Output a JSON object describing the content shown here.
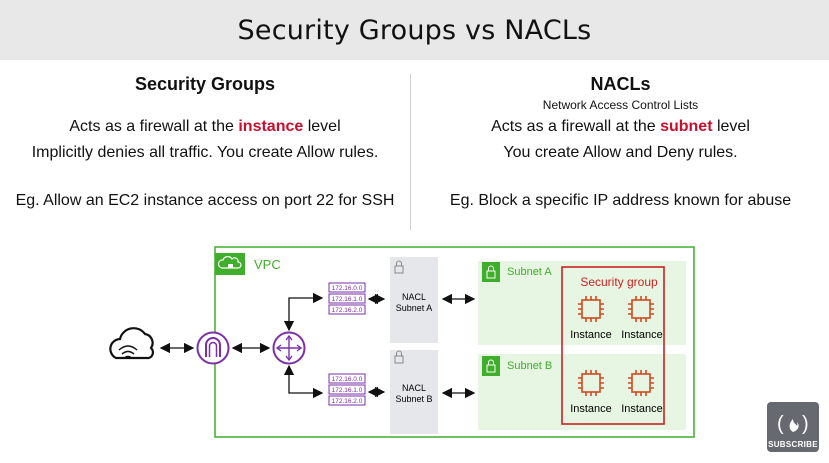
{
  "title": "Security Groups vs NACLs",
  "security_groups": {
    "heading": "Security Groups",
    "line1_pre": "Acts as a firewall at the ",
    "line1_hl": "instance",
    "line1_post": " level",
    "line2": "Implicitly denies all traffic. You create Allow rules.",
    "example": "Eg. Allow an EC2 instance access on port 22 for SSH"
  },
  "nacls": {
    "heading": "NACLs",
    "subtitle": "Network Access Control Lists",
    "line1_pre": "Acts as a firewall at the ",
    "line1_hl": "subnet",
    "line1_post": " level",
    "line2": "You create Allow and Deny rules.",
    "example": "Eg. Block a specific IP address known for abuse"
  },
  "diagram": {
    "vpc_label": "VPC",
    "ip_entries": [
      "172.16.0.0",
      "172.16.1.0",
      "172.16.2.0"
    ],
    "nacl_a_line1": "NACL",
    "nacl_a_line2": "Subnet A",
    "nacl_b_line1": "NACL",
    "nacl_b_line2": "Subnet B",
    "subnet_a_label": "Subnet A",
    "subnet_b_label": "Subnet B",
    "security_group_label": "Security group",
    "instance_label": "Instance",
    "icons": [
      "cloud-icon",
      "internet-gateway-icon",
      "router-icon",
      "lock-icon",
      "chip-icon"
    ],
    "colors": {
      "vpc_border": "#3fae2a",
      "subnet_fill": "#e6f6e2",
      "security_group_border": "#cc2222",
      "chip": "#d04a1e",
      "ip_border": "#7b2fa8",
      "gateway": "#7b2fa8",
      "highlight": "#c8102e"
    }
  },
  "badge": {
    "label": "SUBSCRIBE"
  }
}
